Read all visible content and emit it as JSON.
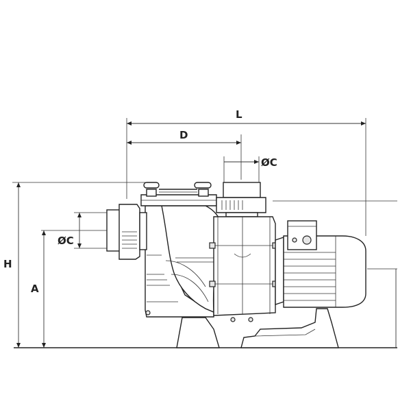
{
  "labels": {
    "L": "L",
    "D": "D",
    "C_top": "ØC",
    "C_left": "ØC",
    "H": "H",
    "A": "A"
  }
}
